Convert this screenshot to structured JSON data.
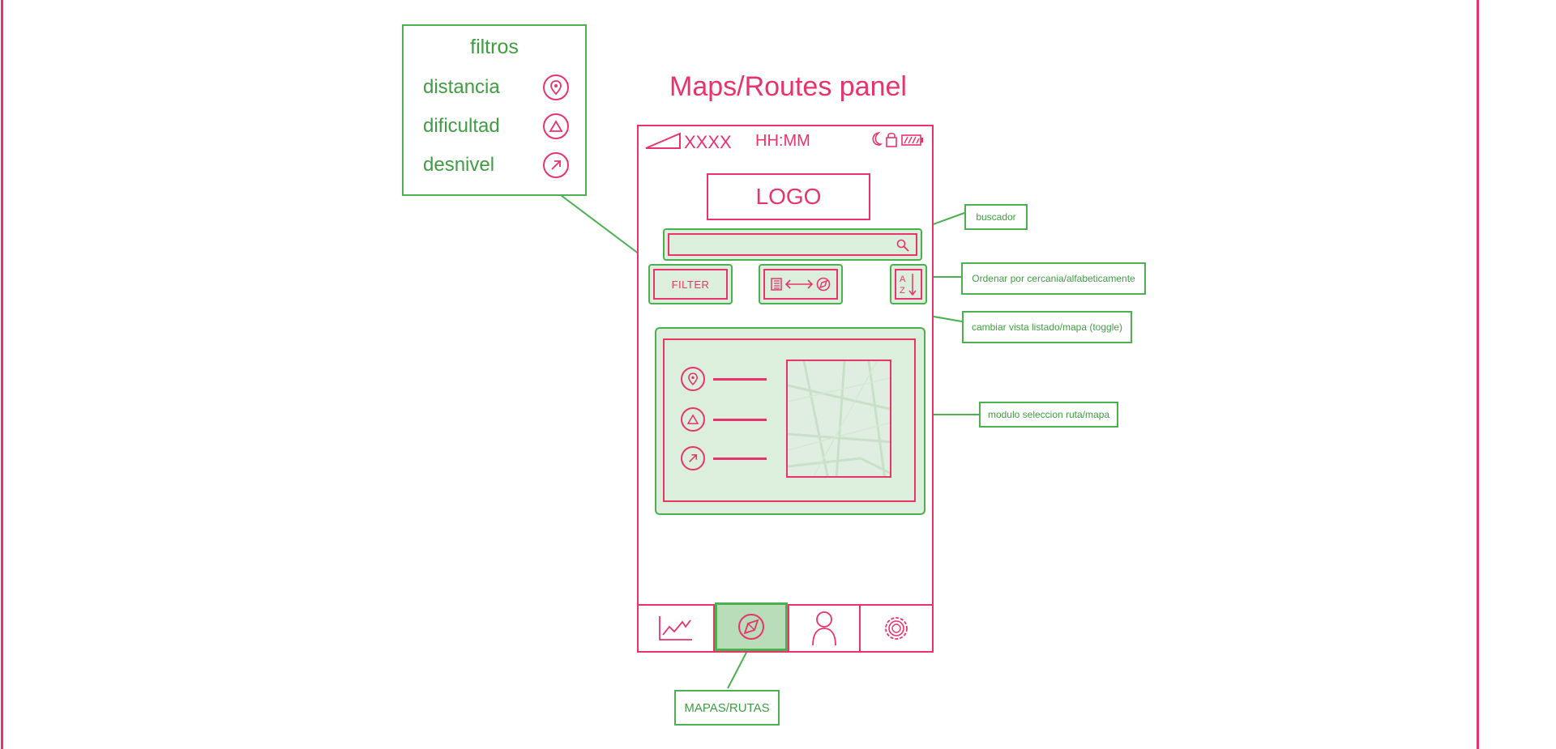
{
  "title": "Maps/Routes panel",
  "status_bar": {
    "carrier": "XXXX",
    "time": "HH:MM",
    "icons": [
      "signal-icon",
      "moon-icon",
      "lock-icon",
      "battery-icon"
    ]
  },
  "logo": "LOGO",
  "search": {
    "placeholder": "",
    "icon": "search-icon"
  },
  "toolbar": {
    "filter_label": "FILTER",
    "toggle_icons": [
      "list-icon",
      "double-arrow-icon",
      "compass-icon"
    ],
    "sort_icon": "az-sort-icon"
  },
  "module": {
    "rows": [
      {
        "icon": "location-pin-icon"
      },
      {
        "icon": "triangle-icon"
      },
      {
        "icon": "arrow-up-right-icon"
      }
    ],
    "map_icon": "map-thumbnail"
  },
  "tabs": [
    {
      "icon": "chart-icon",
      "active": false
    },
    {
      "icon": "compass-icon",
      "active": true
    },
    {
      "icon": "user-icon",
      "active": false
    },
    {
      "icon": "gear-icon",
      "active": false
    }
  ],
  "filtros": {
    "title": "filtros",
    "items": [
      {
        "label": "distancia",
        "icon": "location-pin-icon"
      },
      {
        "label": "dificultad",
        "icon": "triangle-icon"
      },
      {
        "label": "desnivel",
        "icon": "arrow-up-right-icon"
      }
    ]
  },
  "callouts": {
    "buscador": "buscador",
    "ordenar": "Ordenar por cercania/alfabeticamente",
    "cambiar": "cambiar vista listado/mapa (toggle)",
    "modulo": "modulo seleccion ruta/mapa",
    "mapas": "MAPAS/RUTAS"
  },
  "colors": {
    "pink": "#e8336d",
    "green": "#4caf50",
    "green_fill": "#dcefdc"
  }
}
